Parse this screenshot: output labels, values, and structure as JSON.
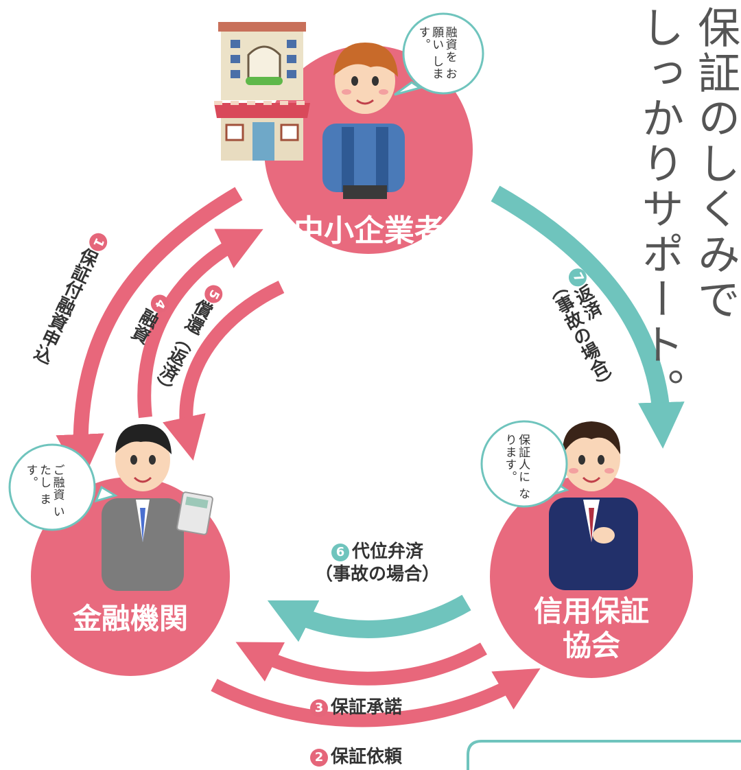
{
  "tagline": {
    "line1": "保証のしくみで",
    "line2": "しっかりサポート。"
  },
  "nodes": {
    "sme": {
      "label": "中小企業者",
      "speech": [
        "融資を",
        "お願い",
        "します。"
      ]
    },
    "bank": {
      "label": "金融機関",
      "speech": [
        "ご融資",
        "いたし",
        "ます。"
      ]
    },
    "guarantee": {
      "label_line1": "信用保証",
      "label_line2": "協会",
      "speech": [
        "保証人に",
        "なります。"
      ]
    }
  },
  "flows": {
    "f1": {
      "num": "1",
      "label": "保証付融資申込"
    },
    "f2": {
      "num": "2",
      "label": "保証依頼"
    },
    "f3": {
      "num": "3",
      "label": "保証承諾"
    },
    "f4": {
      "num": "4",
      "label": "融資"
    },
    "f5": {
      "num": "5",
      "label": "償還（返済）"
    },
    "f6": {
      "num": "6",
      "label_line1": "代位弁済",
      "label_line2": "（事故の場合）"
    },
    "f7": {
      "num": "7",
      "label_line1": "返済",
      "label_line2": "（事故の場合）"
    }
  },
  "colors": {
    "pink": "#e8677b",
    "teal": "#6fc4bd",
    "circle": "#e86a7e"
  }
}
